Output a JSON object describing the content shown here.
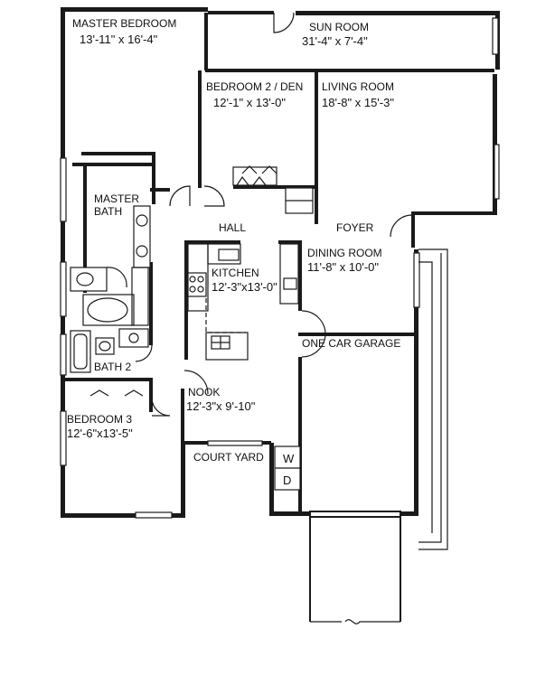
{
  "rooms": {
    "master_bedroom": {
      "name": "MASTER  BEDROOM",
      "size": "13'-11\" x 16'-4\""
    },
    "sun_room": {
      "name": "SUN  ROOM",
      "size": "31'-4\" x 7'-4\""
    },
    "bedroom2": {
      "name": "BEDROOM 2 / DEN",
      "size": "12'-1\"  x  13'-0\""
    },
    "living_room": {
      "name": "LIVING  ROOM",
      "size": "18'-8\" x 15'-3\""
    },
    "master_bath": {
      "name_line1": "MASTER",
      "name_line2": "BATH"
    },
    "hall": {
      "name": "HALL"
    },
    "foyer": {
      "name": "FOYER"
    },
    "kitchen": {
      "name": "KITCHEN",
      "size": "12'-3\"x13'-0\""
    },
    "dining_room": {
      "name": "DINING  ROOM",
      "size": "11'-8\" x  10'-0\""
    },
    "garage": {
      "name": "ONE CAR GARAGE"
    },
    "bath2": {
      "name": "BATH  2"
    },
    "nook": {
      "name": "NOOK",
      "size": "12'-3\"x 9'-10\""
    },
    "bedroom3": {
      "name": "BEDROOM  3",
      "size": "12'-6\"x13'-5\""
    },
    "court_yard": {
      "name": "COURT  YARD"
    },
    "washer": {
      "name": "W"
    },
    "dryer": {
      "name": "D"
    }
  }
}
